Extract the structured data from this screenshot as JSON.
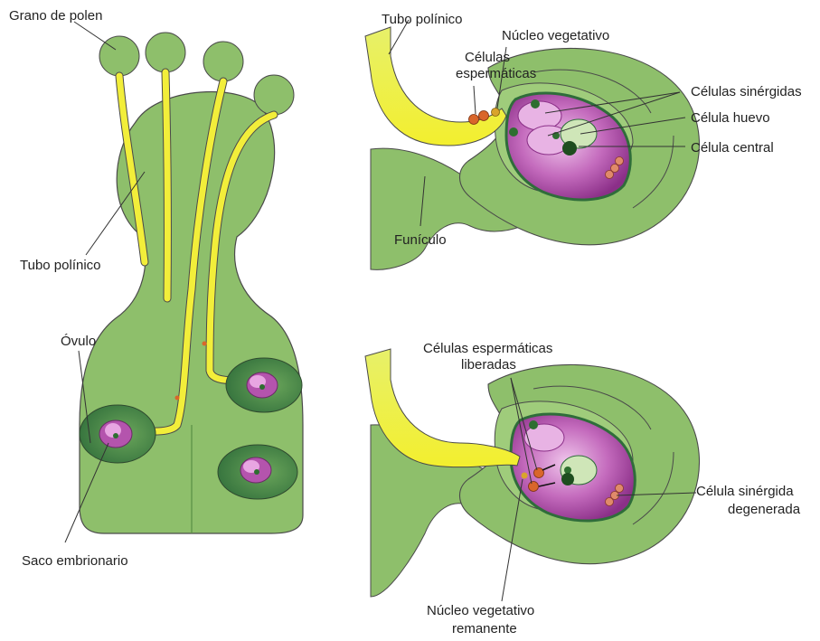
{
  "colors": {
    "tissue": "#8ebf6b",
    "tissue_dark": "#5a8f45",
    "ovule_dark": "#2f6d3a",
    "pollen_tube": "#f2ee3a",
    "pollen_tube_edge": "#c9b51d",
    "sac_pink": "#e4a4df",
    "sac_purple": "#9d3f9a",
    "nucleus_green": "#2e6e30",
    "sperm_orange": "#d9662b",
    "outline": "#4a4a4a"
  },
  "labels": {
    "grano_de_polen": "Grano de polen",
    "tubo_polinico_left": "Tubo polínico",
    "ovulo": "Óvulo",
    "saco_embrionario": "Saco embrionario",
    "tubo_polinico_top": "Tubo polínico",
    "celulas_espermaticas": [
      "Células",
      "espermáticas"
    ],
    "nucleo_vegetativo": "Núcleo vegetativo",
    "celulas_sinergidas": "Células sinérgidas",
    "celula_huevo": "Célula huevo",
    "celula_central": "Célula central",
    "funiculo": "Funículo",
    "celulas_espermaticas_liberadas": [
      "Células espermáticas",
      "liberadas"
    ],
    "celula_sinergida_degenerada": [
      "Célula sinérgida",
      "degenerada"
    ],
    "nucleo_vegetativo_remanente": [
      "Núcleo vegetativo",
      "remanente"
    ]
  }
}
